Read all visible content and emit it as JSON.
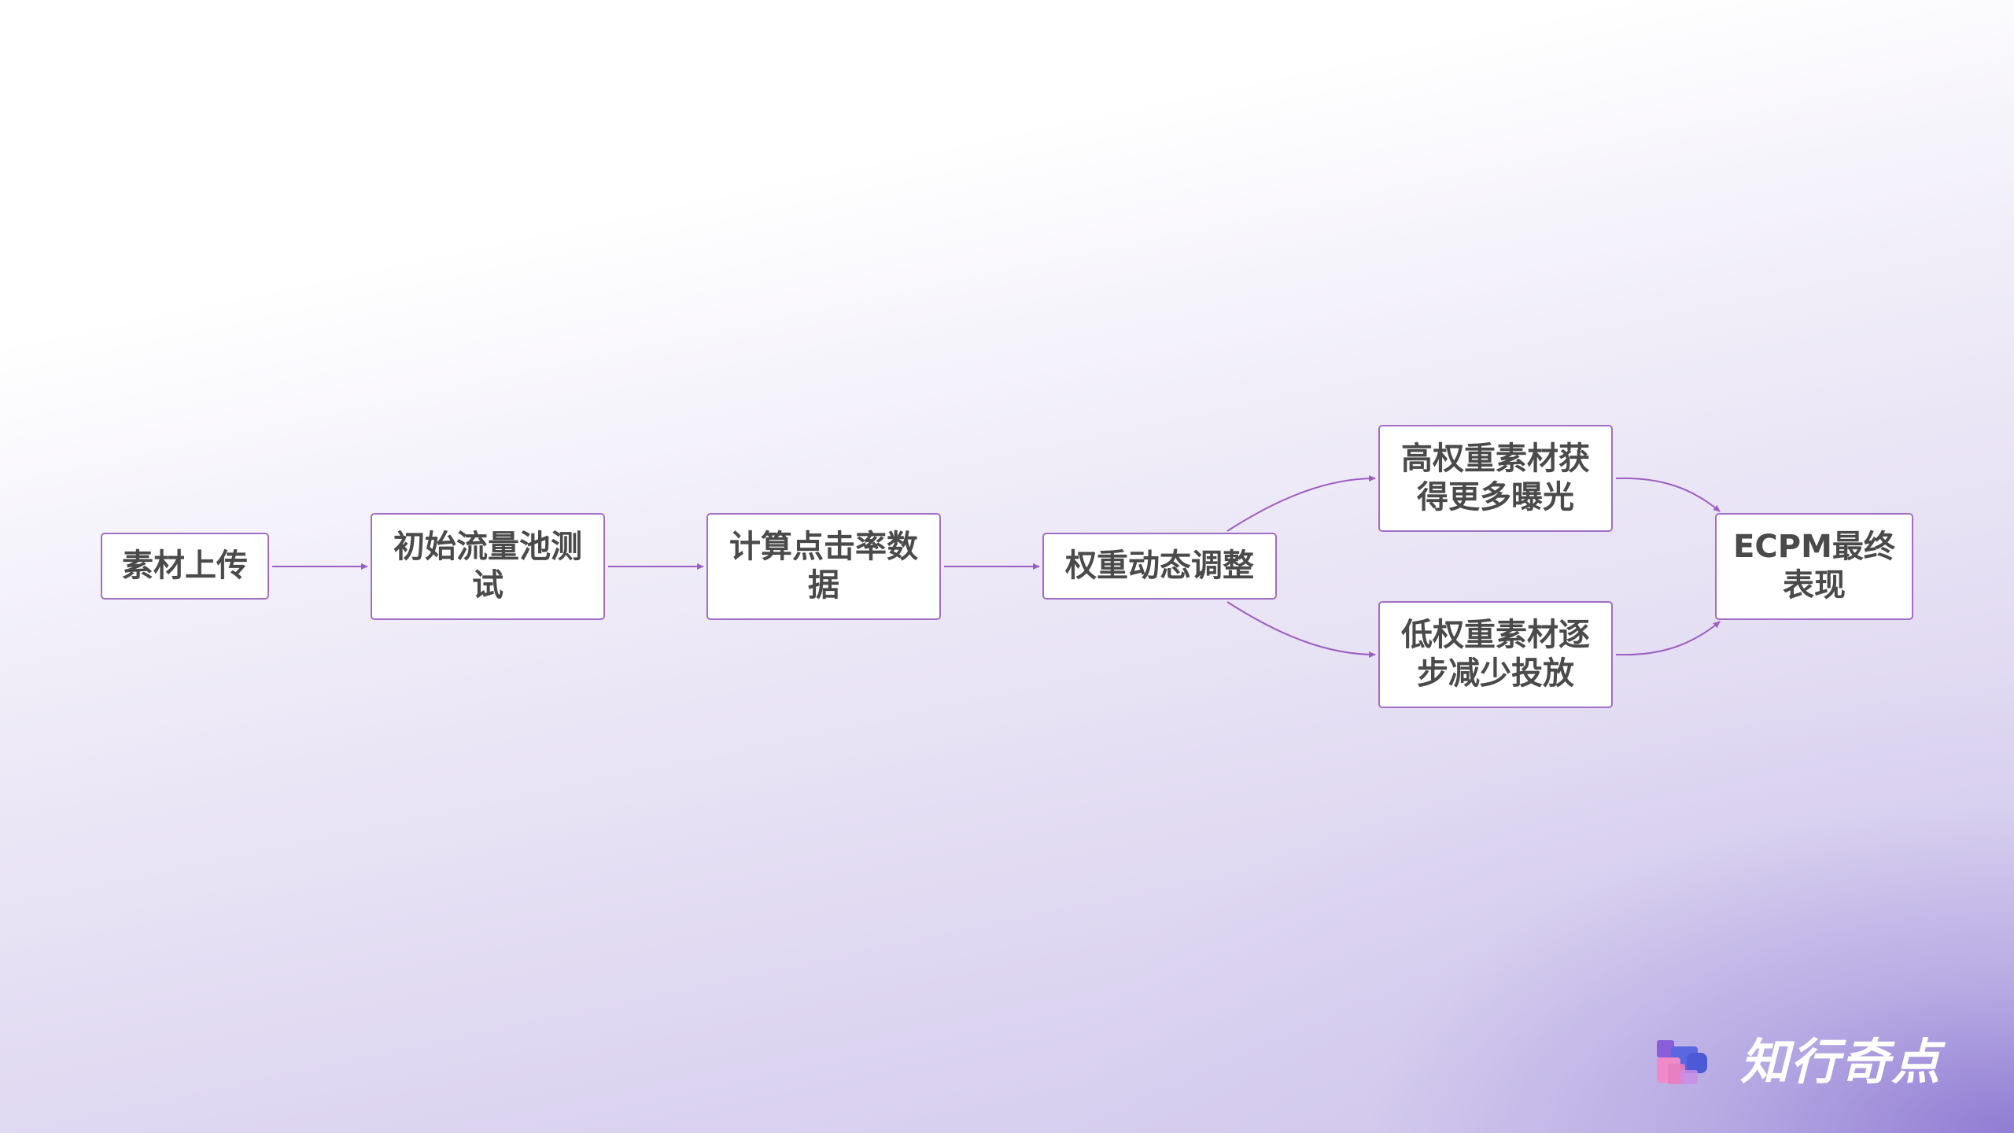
{
  "nodes": {
    "upload": "素材上传",
    "initial_test": "初始流量池测试",
    "calc_ctr": "计算点击率数据",
    "weight_adjust": "权重动态调整",
    "high_weight": "高权重素材获得更多曝光",
    "low_weight": "低权重素材逐步减少投放",
    "ecpm": "ECPM最终表现"
  },
  "edges": [
    {
      "from": "upload",
      "to": "initial_test"
    },
    {
      "from": "initial_test",
      "to": "calc_ctr"
    },
    {
      "from": "calc_ctr",
      "to": "weight_adjust"
    },
    {
      "from": "weight_adjust",
      "to": "high_weight"
    },
    {
      "from": "weight_adjust",
      "to": "low_weight"
    },
    {
      "from": "high_weight",
      "to": "ecpm"
    },
    {
      "from": "low_weight",
      "to": "ecpm"
    }
  ],
  "logo": {
    "text": "知行奇点",
    "icon": "stacked-squares-logo-icon"
  },
  "colors": {
    "edge": "#9b5fc0",
    "node_border": "#a06fc2",
    "node_text": "#4a4a4a",
    "logo_blue": "#5b67e0",
    "logo_pink": "#f08ac8",
    "logo_purple": "#8a5ed8"
  }
}
